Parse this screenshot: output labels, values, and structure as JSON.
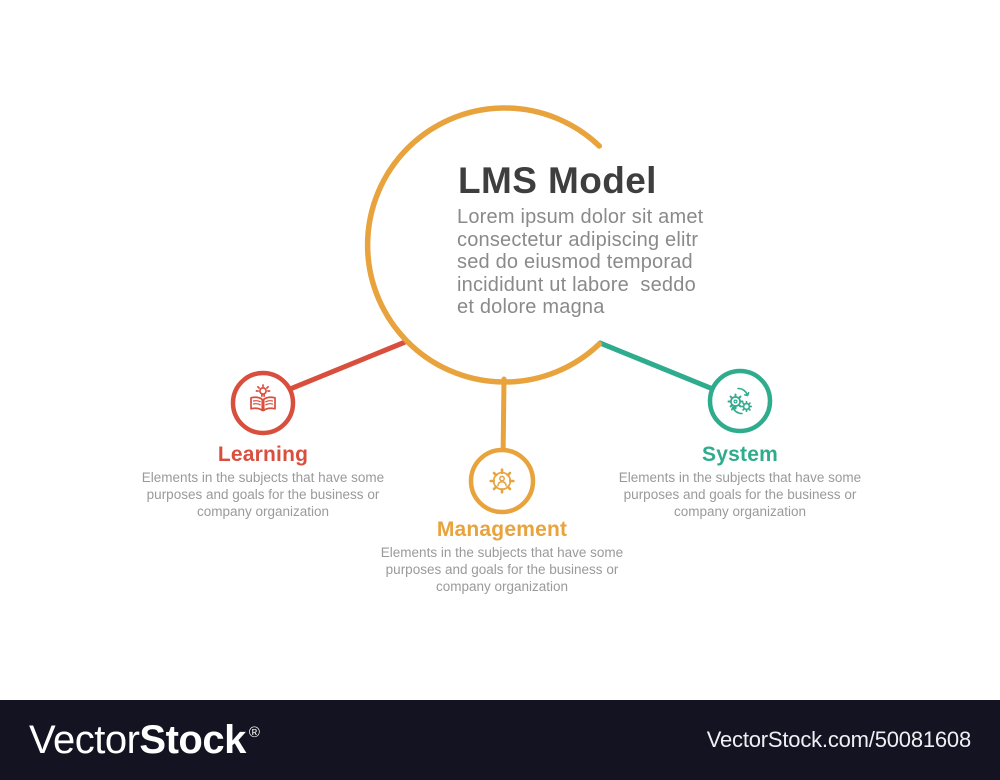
{
  "diagram": {
    "main": {
      "title": "LMS Model",
      "subtitle_lines": [
        "Lorem ipsum dolor sit amet",
        "consectetur adipiscing elitr",
        "sed do eiusmod temporad",
        "incididunt ut labore  seddo",
        "et dolore magna"
      ]
    },
    "nodes": [
      {
        "label": "Learning",
        "color": "#d94f3e",
        "icon": "book-lightbulb-icon",
        "desc_lines": [
          "Elements in the subjects that have some",
          "purposes and goals for the business or",
          "company organization"
        ]
      },
      {
        "label": "Management",
        "color": "#e8a33d",
        "icon": "gear-person-icon",
        "desc_lines": [
          "Elements in the subjects that have some",
          "purposes and goals for the business or",
          "company organization"
        ]
      },
      {
        "label": "System",
        "color": "#2fac8d",
        "icon": "gears-sync-icon",
        "desc_lines": [
          "Elements in the subjects that have some",
          "purposes and goals for the business or",
          "company organization"
        ]
      }
    ],
    "accent_colors": {
      "circle_orange": "#e8a33d",
      "red": "#d94f3e",
      "teal": "#2fac8d",
      "title_text": "#3e3e3e",
      "body_text": "#8a8a8a",
      "desc_text": "#9a9a9a"
    }
  },
  "watermark": {
    "logo_light": "Vector",
    "logo_bold": "Stock",
    "registered_mark": "®",
    "url_text": "VectorStock.com/50081608",
    "footer_bg": "#131321"
  }
}
